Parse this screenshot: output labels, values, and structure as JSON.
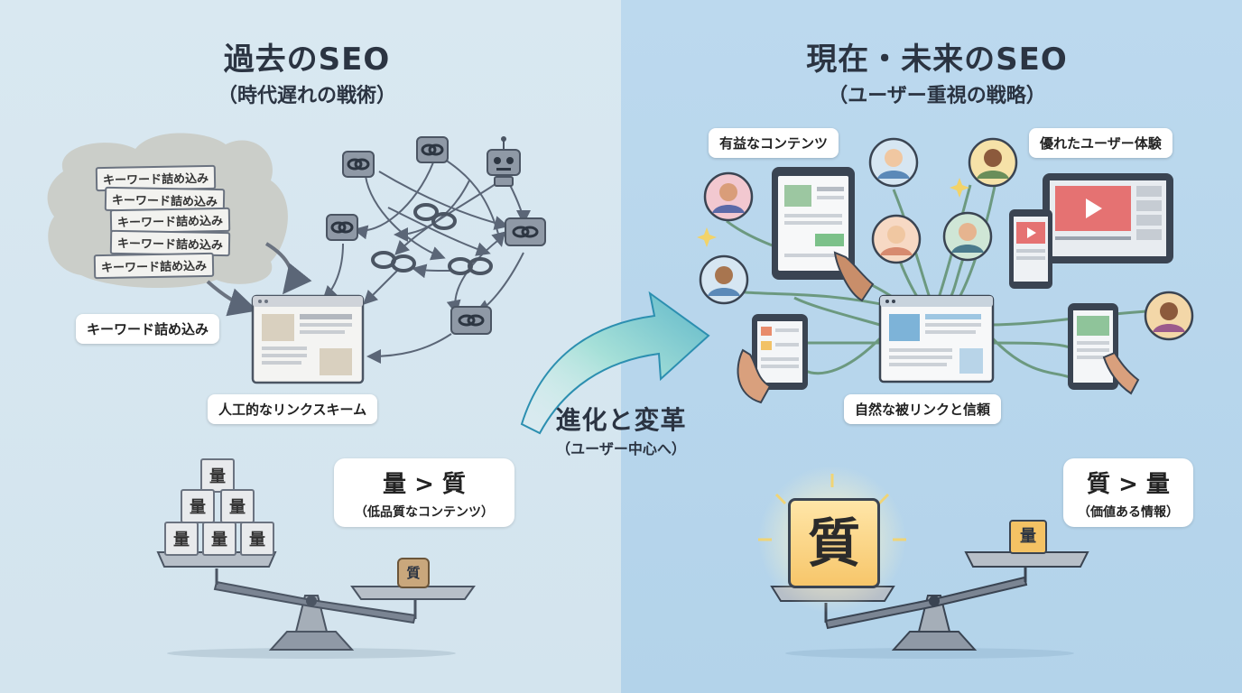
{
  "left": {
    "title": "過去のSEO",
    "subtitle": "（時代遅れの戦術）",
    "keyword_stack_items": [
      "キーワード詰め込み",
      "キーワード詰め込み",
      "キーワード詰め込み",
      "キーワード詰め込み",
      "キーワード詰め込み"
    ],
    "keyword_label": "キーワード詰め込み",
    "link_scheme_label": "人工的なリンクスキーム",
    "balance_block": "量",
    "balance_light_block": "質",
    "balance_bubble_title": "量 > 質",
    "balance_bubble_sub": "（低品質なコンテンツ）"
  },
  "center": {
    "title": "進化と変革",
    "subtitle": "（ユーザー中心へ）"
  },
  "right": {
    "title": "現在・未来のSEO",
    "subtitle": "（ユーザー重視の戦略）",
    "useful_content_label": "有益なコンテンツ",
    "ux_label": "優れたユーザー体験",
    "natural_links_label": "自然な被リンクと信頼",
    "balance_big_block": "質",
    "balance_small_block": "量",
    "balance_bubble_title": "質 > 量",
    "balance_bubble_sub": "（価値ある情報）"
  },
  "colors": {
    "left_bg": "#d6e6ef",
    "right_bg": "#b8d6ec",
    "gold": "#f7cf74",
    "arrow": "#7fd0c6"
  }
}
